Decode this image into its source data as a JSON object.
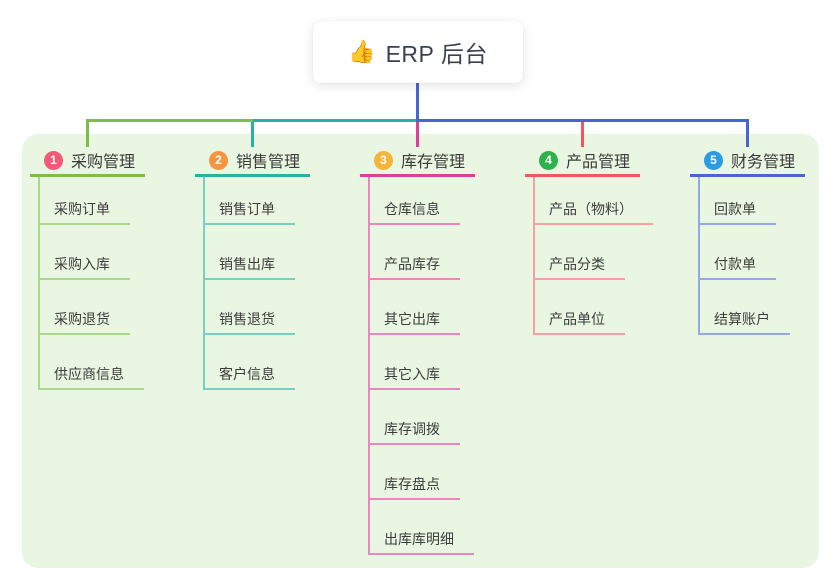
{
  "root": {
    "icon": "👍",
    "title": "ERP 后台"
  },
  "branches": [
    {
      "num": "1",
      "title": "采购管理",
      "badge_color": "#f35a78",
      "line_color": "#7fbd4a",
      "child_line_color": "#a9d78b",
      "children": [
        "采购订单",
        "采购入库",
        "采购退货",
        "供应商信息"
      ]
    },
    {
      "num": "2",
      "title": "销售管理",
      "badge_color": "#f6953e",
      "line_color": "#28b2a3",
      "child_line_color": "#79cfc3",
      "children": [
        "销售订单",
        "销售出库",
        "销售退货",
        "客户信息"
      ]
    },
    {
      "num": "3",
      "title": "库存管理",
      "badge_color": "#f6b53a",
      "line_color": "#de3f9c",
      "child_line_color": "#ec86c1",
      "children": [
        "仓库信息",
        "产品库存",
        "其它出库",
        "其它入库",
        "库存调拨",
        "库存盘点",
        "出库库明细"
      ]
    },
    {
      "num": "4",
      "title": "产品管理",
      "badge_color": "#2fb14d",
      "line_color": "#f4555f",
      "child_line_color": "#f79fa4",
      "children": [
        "产品（物料）",
        "产品分类",
        "产品单位"
      ]
    },
    {
      "num": "5",
      "title": "财务管理",
      "badge_color": "#2a9ce2",
      "line_color": "#4a64d1",
      "child_line_color": "#94a8e7",
      "children": [
        "回款单",
        "付款单",
        "结算账户"
      ]
    }
  ],
  "colors": {
    "canvas_bg": "#ffffff",
    "container_bg": "#e9f6e2",
    "root_connector": "#4a64d1",
    "text": "#3d3d3d"
  }
}
